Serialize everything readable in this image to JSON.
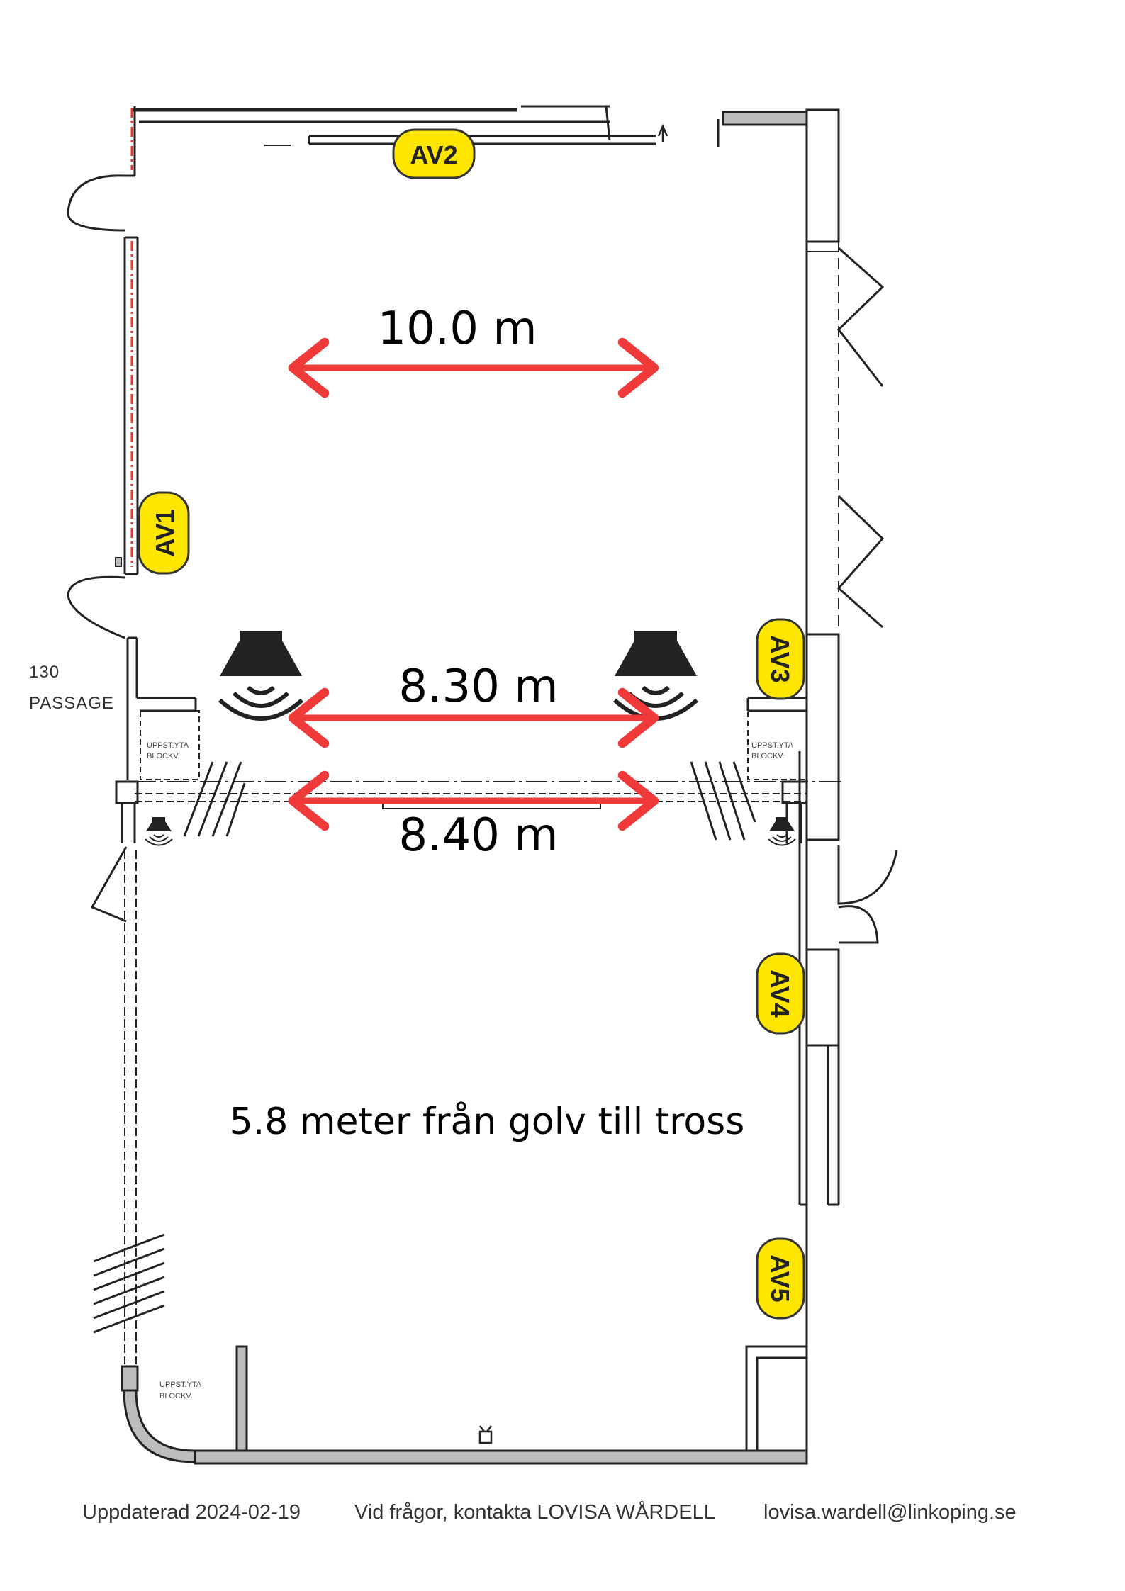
{
  "dimensions": {
    "top_width": "10.0 m",
    "middle_width": "8.30 m",
    "lower_width": "8.40 m",
    "truss_height": "5.8 meter från golv till tross"
  },
  "av_points": [
    {
      "label": "AV1",
      "orientation": "vertical-up"
    },
    {
      "label": "AV2",
      "orientation": "horizontal"
    },
    {
      "label": "AV3",
      "orientation": "vertical-down"
    },
    {
      "label": "AV4",
      "orientation": "vertical-down"
    },
    {
      "label": "AV5",
      "orientation": "vertical-down"
    }
  ],
  "room": {
    "number": "130",
    "name": "PASSAGE"
  },
  "zone_labels": {
    "line1": "UPPST.YTA",
    "line2": "BLOCKV."
  },
  "footer": {
    "updated": "Uppdaterad 2024-02-19",
    "contact": "Vid frågor, kontakta LOVISA WÅRDELL",
    "email": "lovisa.wardell@linkoping.se"
  },
  "colors": {
    "arrow": "#f03a3a",
    "av_badge": "#ffe600",
    "av_badge_stroke": "#333333",
    "wall": "#222222",
    "wall_fill": "#bdbdbd",
    "red_dashdot": "#e8362b"
  },
  "icons": [
    "speaker-icon",
    "door-swing-icon",
    "power-outlet-icon"
  ]
}
